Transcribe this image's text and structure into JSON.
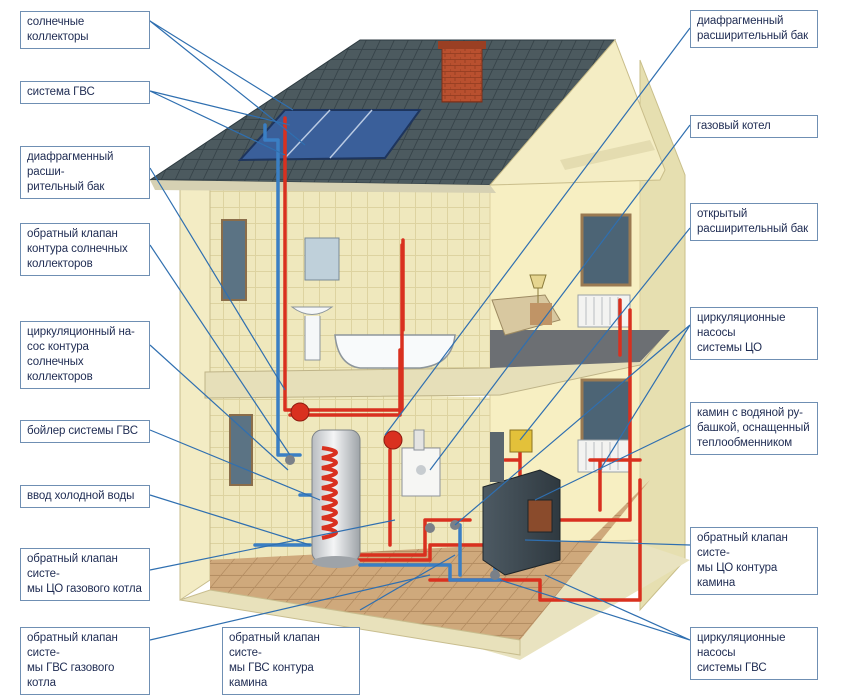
{
  "colors": {
    "leader_line": "#2f6fb0",
    "hot_pipe": "#d9301f",
    "cold_pipe": "#3a7fc4",
    "wall": "#f6efc4",
    "tile": "#ece6b8",
    "roof": "#4c5a5f",
    "brick": "#b9502f",
    "floor": "#caa57a",
    "label_border": "#6f8fb3",
    "label_text": "#1e2b52"
  },
  "labels": {
    "solar_collectors": "солнечные коллекторы",
    "dhw_system": "система ГВС",
    "membrane_tank_left": "диафрагменный расши-\nрительный бак",
    "check_valve_solar": "обратный клапан\nконтура солнечных\nколлекторов",
    "circ_pump_solar": "циркуляционный на-\nсос контура солнечных\nколлекторов",
    "dhw_boiler": "бойлер системы ГВС",
    "cold_water_inlet": "ввод холодной воды",
    "check_valve_heating_gas": "обратный клапан систе-\nмы ЦО газового котла",
    "check_valve_dhw_gas": "обратный клапан систе-\nмы ГВС газового котла",
    "check_valve_dhw_fireplace": "обратный клапан систе-\nмы ГВС контура камина",
    "membrane_tank_right": "диафрагменный\nрасширительный бак",
    "gas_boiler": "газовый котел",
    "open_tank": "открытый\nрасширительный бак",
    "circ_pumps_heating": "циркуляционные насосы\nсистемы ЦО",
    "fireplace": "камин с водяной ру-\nбашкой, оснащенный\nтеплообменником",
    "check_valve_heating_fireplace": "обратный клапан систе-\nмы ЦО контура камина",
    "circ_pumps_dhw": "циркуляционные насосы\nсистемы ГВС"
  }
}
